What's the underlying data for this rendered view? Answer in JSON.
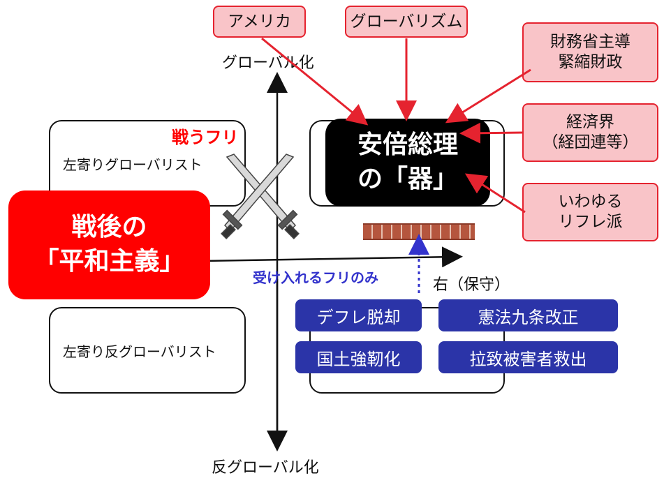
{
  "axes": {
    "top_label": "グローバル化",
    "bottom_label": "反グローバル化",
    "right_label": "右（保守）"
  },
  "quadrants": {
    "top_left": "左寄りグローバリスト",
    "bottom_left": "左寄り反グローバリスト"
  },
  "center": {
    "line1": "安倍総理",
    "line2": "の「器」"
  },
  "postwar": {
    "line1": "戦後の",
    "line2": "「平和主義」"
  },
  "red_labels": {
    "fight_pretend": "戦うフリ"
  },
  "blue_labels": {
    "accept_pretend": "受け入れるフリのみ"
  },
  "influences": {
    "america": "アメリカ",
    "globalism": "グローバリズム",
    "mof": [
      "財務省主導",
      "緊縮財政"
    ],
    "business": [
      "経済界",
      "（経団連等）"
    ],
    "reflation": [
      "いわゆる",
      "リフレ派"
    ]
  },
  "policies": {
    "deflation": "デフレ脱却",
    "constitution": "憲法九条改正",
    "resilience": "国土強靭化",
    "abduction": "拉致被害者救出"
  },
  "colors": {
    "red": "#e5232f",
    "pink_fill": "#f9c4c8",
    "blue": "#2b34a8",
    "dotted_blue": "#3333cc",
    "brick": "#b5563e"
  }
}
